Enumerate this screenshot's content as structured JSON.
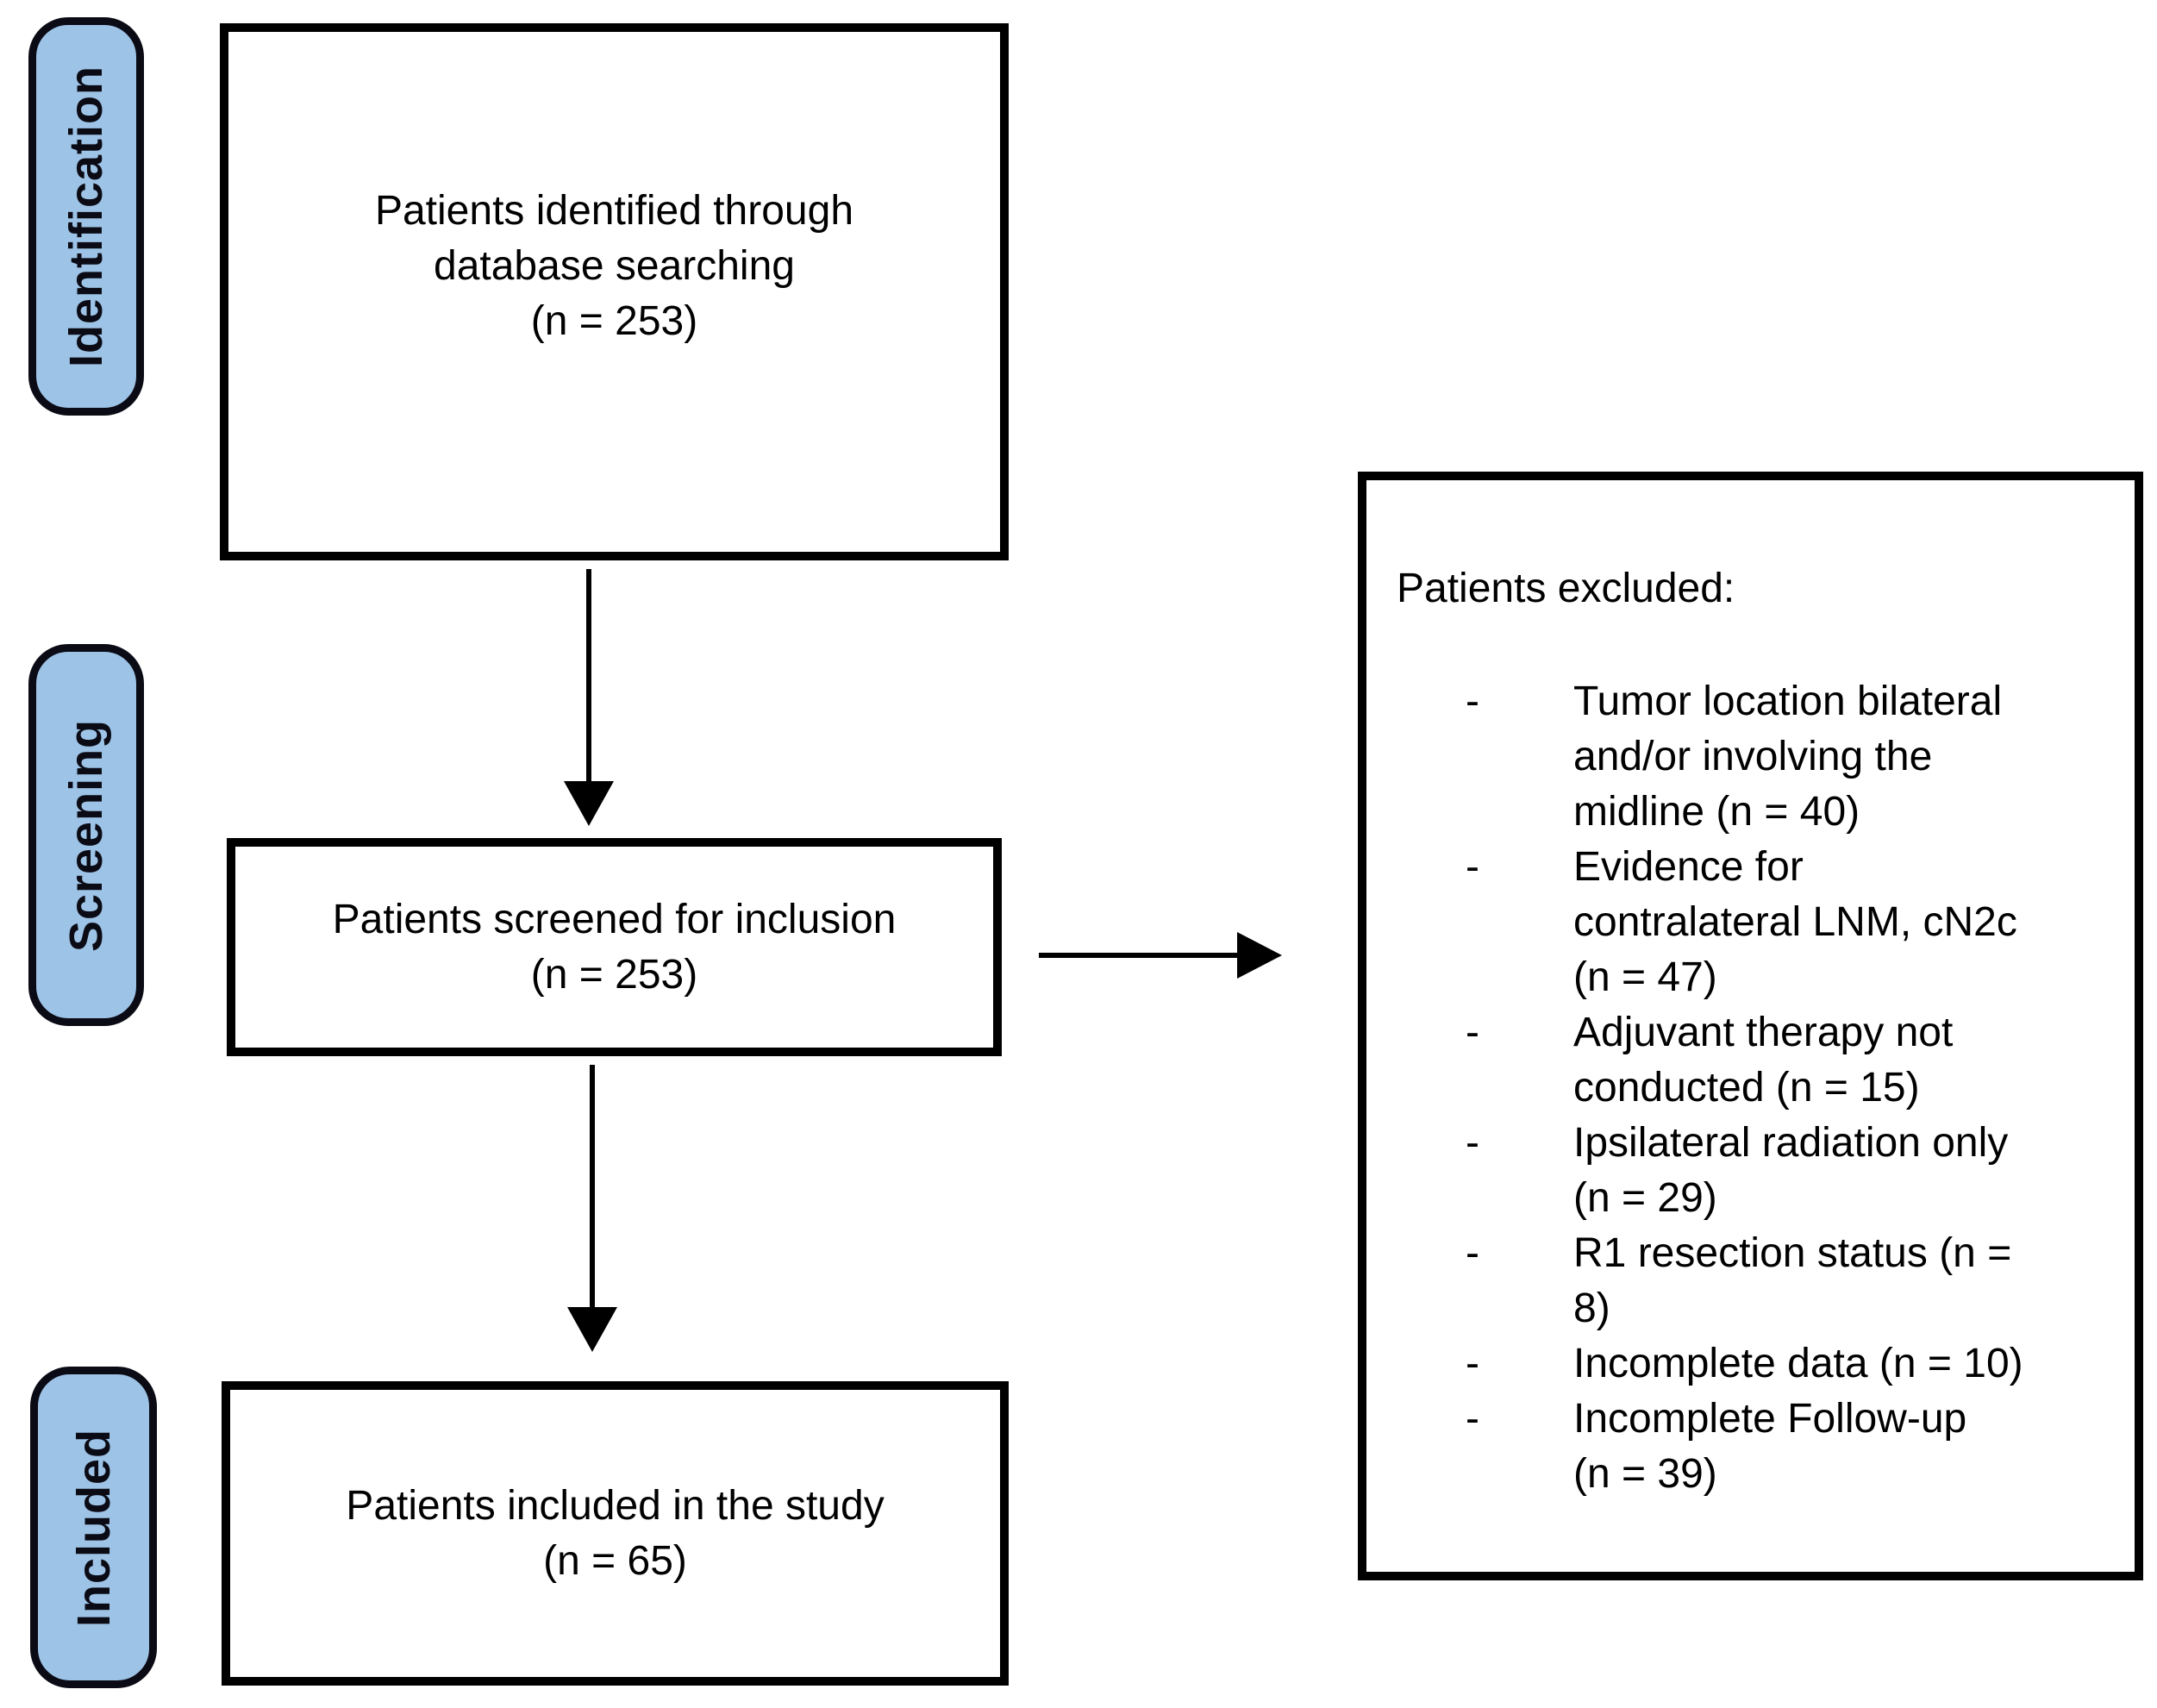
{
  "palette": {
    "pill_fill": "#9DC3E6",
    "pill_border": "#0B0B15",
    "box_border": "#000000",
    "text": "#000000",
    "background": "#FFFFFF"
  },
  "stages": [
    {
      "label": "Identification"
    },
    {
      "label": "Screening"
    },
    {
      "label": "Included"
    }
  ],
  "flow_boxes": [
    {
      "id": "identified",
      "lines": [
        "Patients identified through",
        "database searching",
        "(n = 253)"
      ]
    },
    {
      "id": "screened",
      "lines": [
        "Patients screened for inclusion",
        "(n = 253)"
      ]
    },
    {
      "id": "included",
      "lines": [
        "Patients included in the study",
        "(n = 65)"
      ]
    }
  ],
  "excluded_box": {
    "title": "Patients excluded:",
    "marker": "-",
    "items": [
      {
        "lines": [
          "Tumor location bilateral",
          "and/or involving the",
          "midline (n = 40)"
        ]
      },
      {
        "lines": [
          "Evidence for",
          "contralateral LNM, cN2c",
          "(n = 47)"
        ]
      },
      {
        "lines": [
          "Adjuvant therapy not",
          "conducted (n = 15)"
        ]
      },
      {
        "lines": [
          "Ipsilateral radiation only",
          "(n = 29)"
        ]
      },
      {
        "lines": [
          "R1 resection status (n =",
          "8)"
        ]
      },
      {
        "lines": [
          "Incomplete data (n = 10)"
        ]
      },
      {
        "lines": [
          "Incomplete Follow-up",
          "(n = 39)"
        ]
      }
    ]
  }
}
